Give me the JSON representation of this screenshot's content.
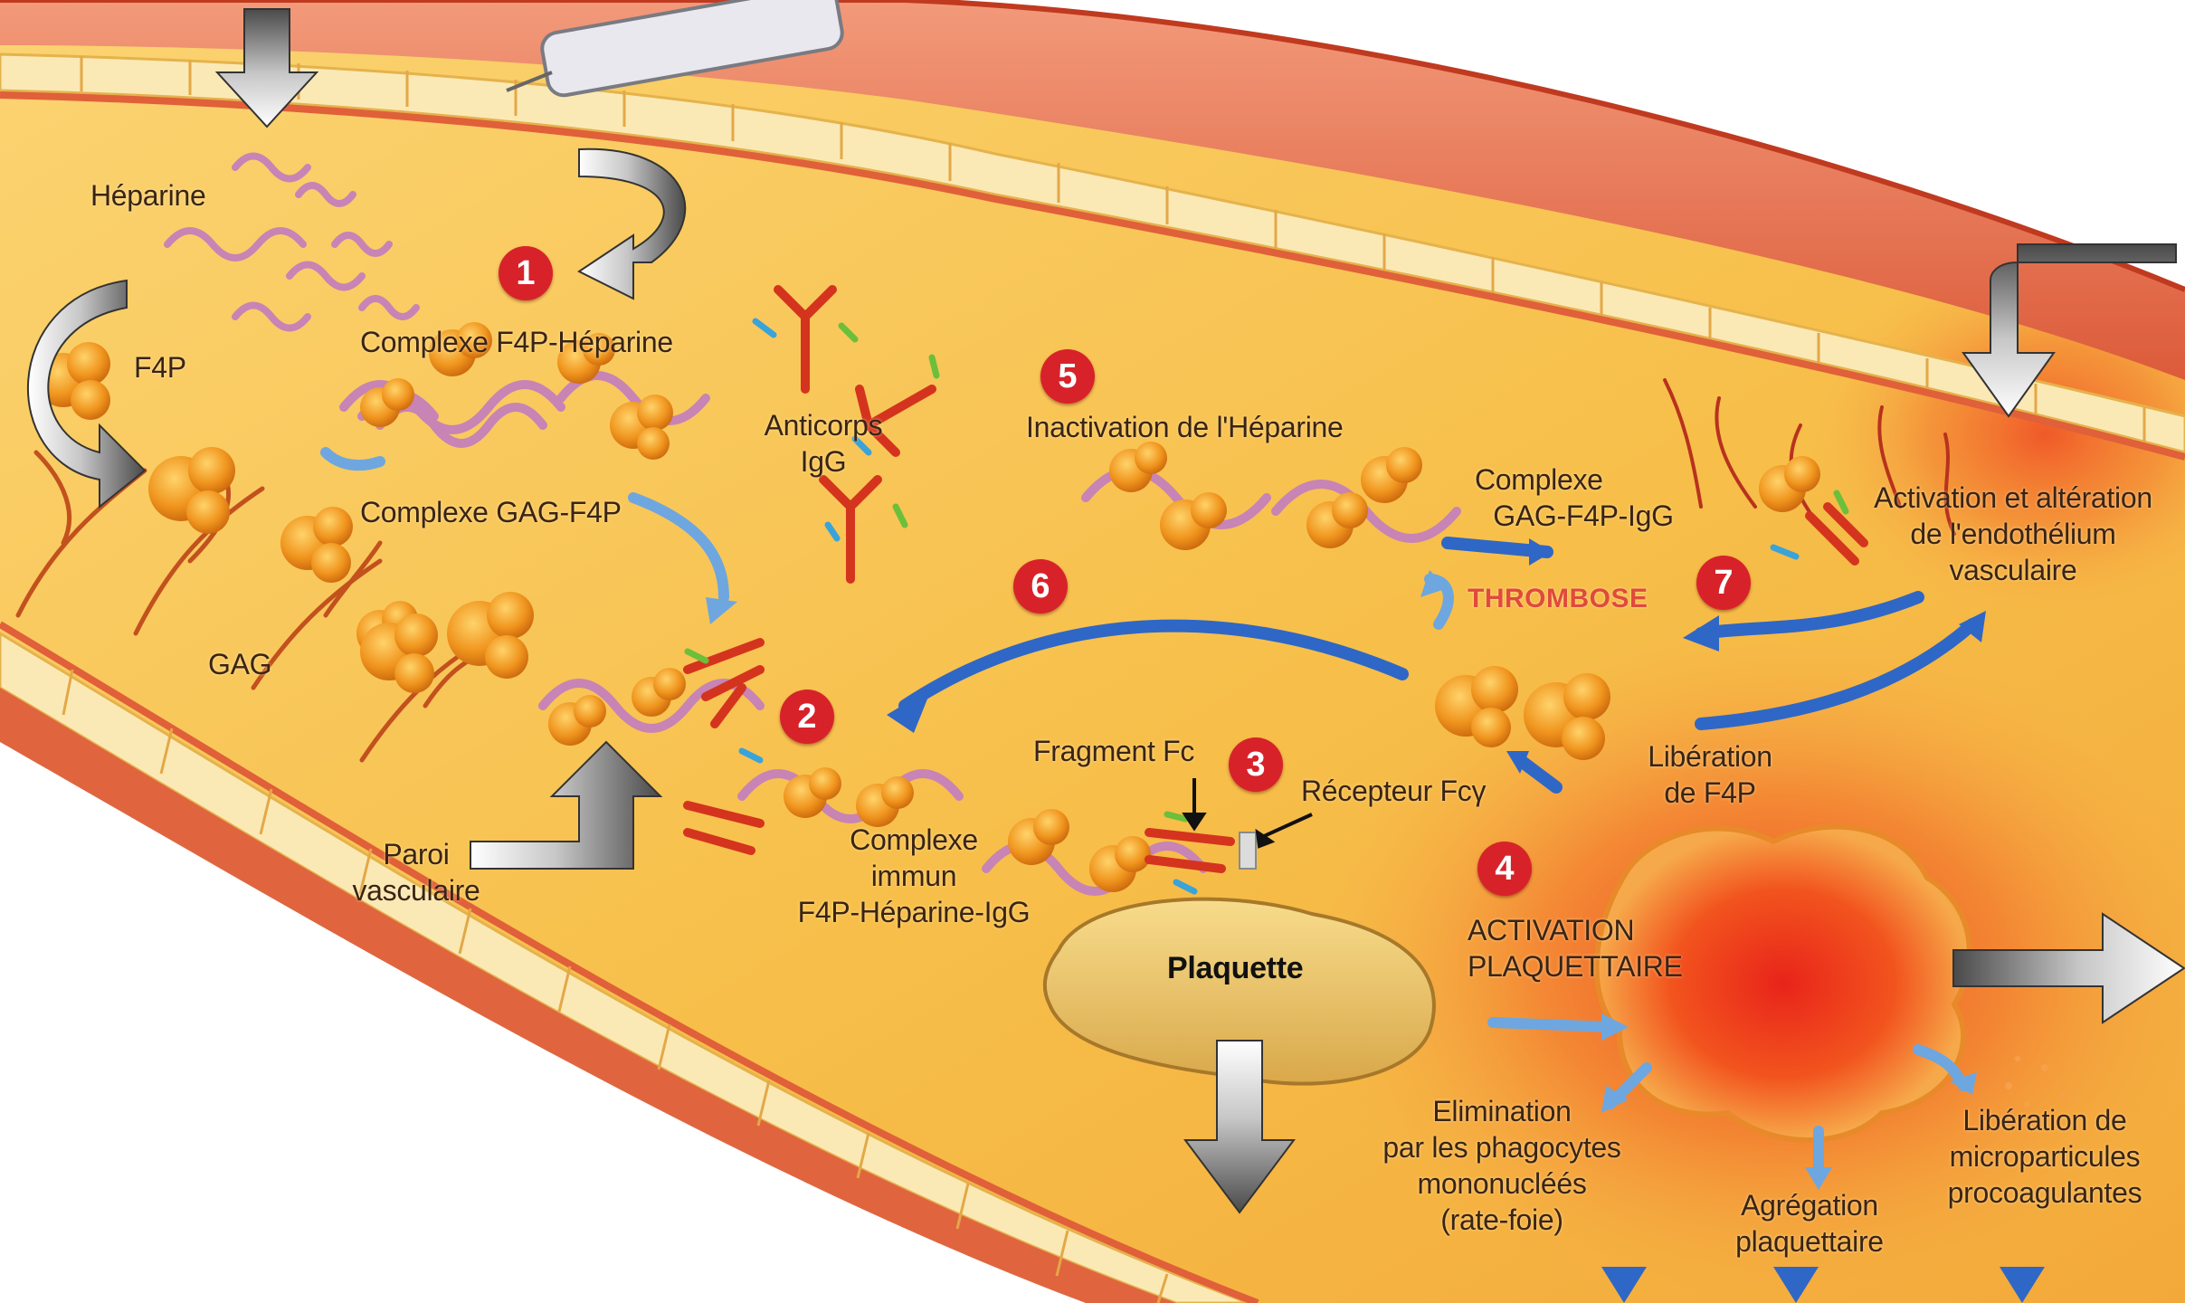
{
  "colors": {
    "vessel_lumen": "#f9c452",
    "vessel_wall": "#d9552e",
    "endothelium": "#fbe9b5",
    "heparin_chain": "#c784b5",
    "f4p_cluster": "#e8901e",
    "antibody_igg": "#d4341e",
    "blue_arrow": "#2f67c6",
    "grey_arrow": "#6b6b6b",
    "badge": "#d8222a",
    "thrombose": "#e04a3a"
  },
  "labels": {
    "heparine": "Héparine",
    "f4p": "F4P",
    "complexe_f4p_heparine": "Complexe F4P-Héparine",
    "complexe_gag_f4p": "Complexe GAG-F4P",
    "gag": "GAG",
    "anticorps_line1": "Anticorps",
    "anticorps_line2": "IgG",
    "inactivation": "Inactivation de l'Héparine",
    "complexe_gag_igg_line1": "Complexe",
    "complexe_gag_igg_line2": "GAG-F4P-IgG",
    "thrombose": "THROMBOSE",
    "activation_endo_line1": "Activation et altération",
    "activation_endo_line2": "de l'endothélium",
    "activation_endo_line3": "vasculaire",
    "fragment_fc": "Fragment Fc",
    "recepteur_fc": "Récepteur Fcγ",
    "liberation_f4p_line1": "Libération",
    "liberation_f4p_line2": "de F4P",
    "paroi_line1": "Paroi",
    "paroi_line2": "vasculaire",
    "complexe_immun_line1": "Complexe",
    "complexe_immun_line2": "immun",
    "complexe_immun_line3": "F4P-Héparine-IgG",
    "activation_plaq_line1": "ACTIVATION",
    "activation_plaq_line2": "PLAQUETTAIRE",
    "plaquette": "Plaquette",
    "elimination_line1": "Elimination",
    "elimination_line2": "par les phagocytes",
    "elimination_line3": "mononucléés",
    "elimination_line4": "(rate-foie)",
    "agregation_line1": "Agrégation",
    "agregation_line2": "plaquettaire",
    "microparticules_line1": "Libération de",
    "microparticules_line2": "microparticules",
    "microparticules_line3": "procoagulantes"
  },
  "steps": [
    "1",
    "2",
    "3",
    "4",
    "5",
    "6",
    "7"
  ]
}
